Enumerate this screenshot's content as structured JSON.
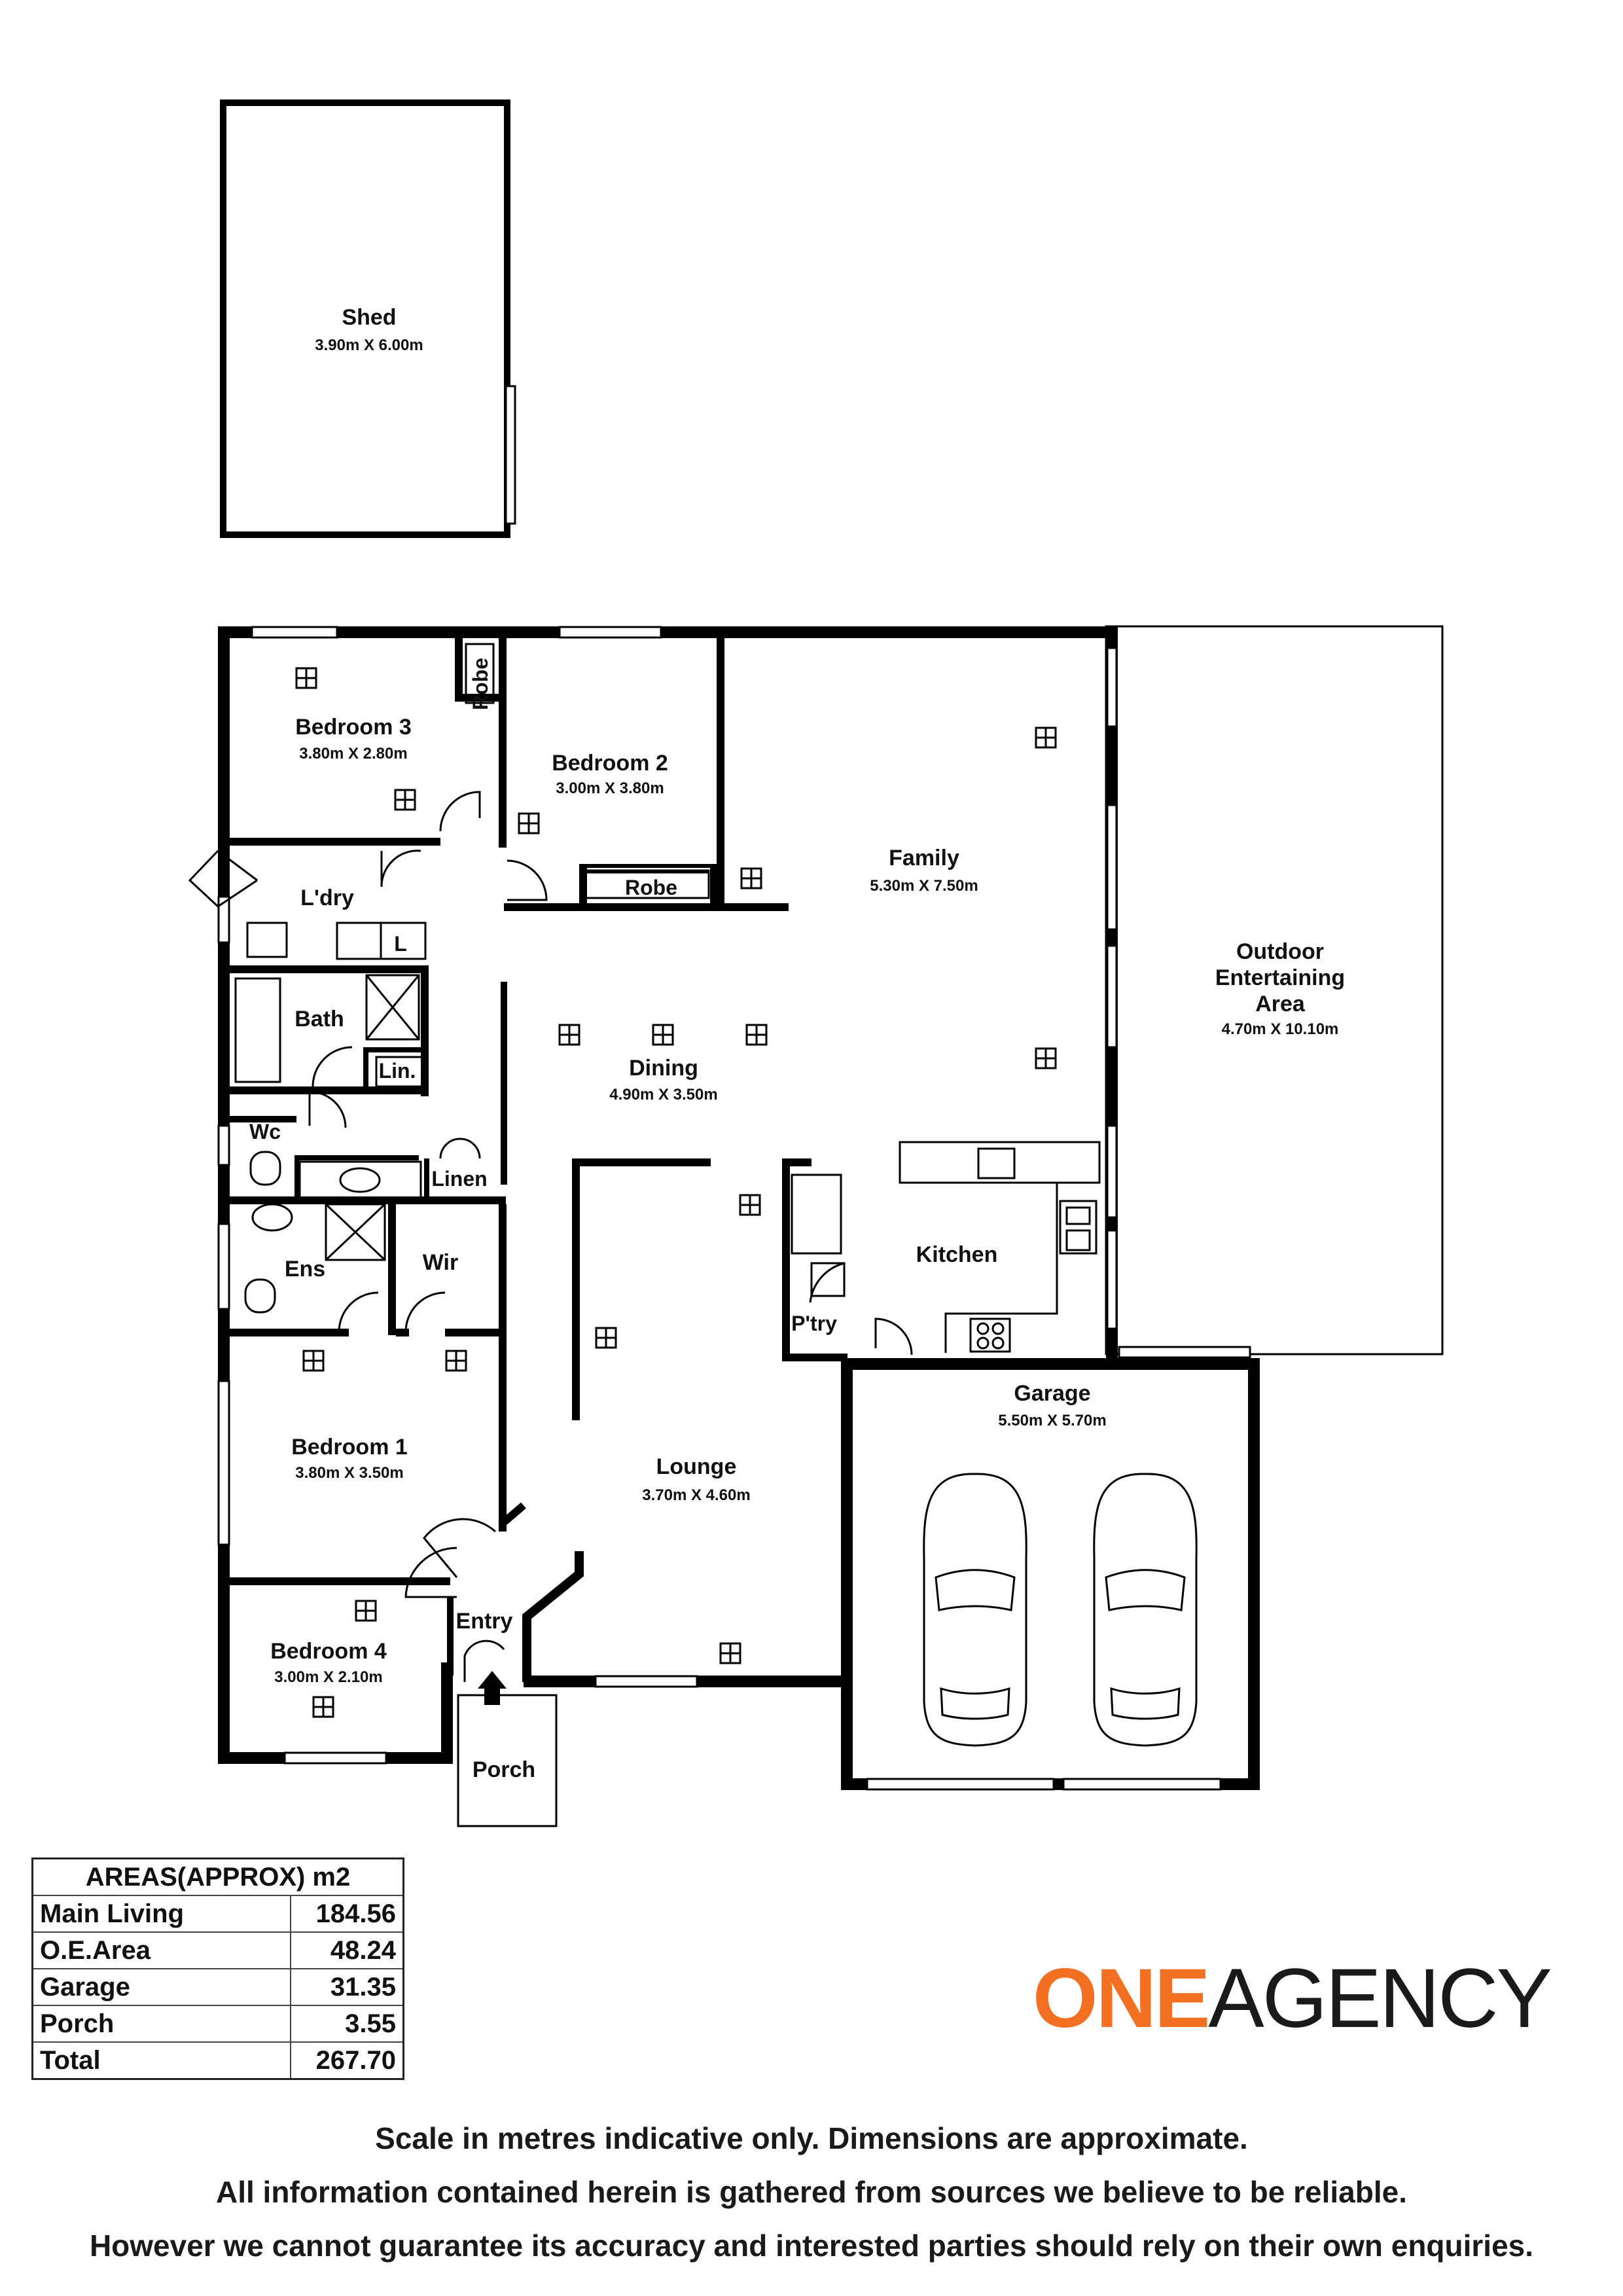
{
  "rooms": {
    "shed": {
      "name": "Shed",
      "dim": "3.90m X 6.00m"
    },
    "bedroom3": {
      "name": "Bedroom 3",
      "dim": "3.80m X 2.80m"
    },
    "robe1": {
      "name": "Robe"
    },
    "bedroom2": {
      "name": "Bedroom 2",
      "dim": "3.00m X 3.80m"
    },
    "robe2": {
      "name": "Robe"
    },
    "family": {
      "name": "Family",
      "dim": "5.30m X 7.50m"
    },
    "outdoor": {
      "name1": "Outdoor",
      "name2": "Entertaining",
      "name3": "Area",
      "dim": "4.70m X 10.10m"
    },
    "laundry": {
      "name": "L'dry"
    },
    "laundry_l": {
      "name": "L"
    },
    "bath": {
      "name": "Bath"
    },
    "linen_small": {
      "name": "Lin."
    },
    "dining": {
      "name": "Dining",
      "dim": "4.90m X 3.50m"
    },
    "wc": {
      "name": "Wc"
    },
    "linen": {
      "name": "Linen"
    },
    "ens": {
      "name": "Ens"
    },
    "wir": {
      "name": "Wir"
    },
    "kitchen": {
      "name": "Kitchen"
    },
    "pantry": {
      "name": "P'try"
    },
    "garage": {
      "name": "Garage",
      "dim": "5.50m X 5.70m"
    },
    "bedroom1": {
      "name": "Bedroom 1",
      "dim": "3.80m X 3.50m"
    },
    "lounge": {
      "name": "Lounge",
      "dim": "3.70m X 4.60m"
    },
    "entry": {
      "name": "Entry"
    },
    "bedroom4": {
      "name": "Bedroom 4",
      "dim": "3.00m X 2.10m"
    },
    "porch": {
      "name": "Porch"
    }
  },
  "areas": {
    "title": "AREAS(APPROX) m2",
    "rows": [
      {
        "label": "Main Living",
        "value": "184.56"
      },
      {
        "label": "O.E.Area",
        "value": "48.24"
      },
      {
        "label": "Garage",
        "value": "31.35"
      },
      {
        "label": "Porch",
        "value": "3.55"
      },
      {
        "label": "Total",
        "value": "267.70"
      }
    ]
  },
  "logo": {
    "one": "ONE",
    "agency": "AGENCY",
    "one_color": "#f36f21"
  },
  "disclaimer": [
    "Scale in metres indicative only. Dimensions are approximate.",
    "All information contained herein is gathered from sources we believe to be reliable.",
    "However we cannot guarantee its accuracy and interested parties should rely on their own enquiries."
  ]
}
